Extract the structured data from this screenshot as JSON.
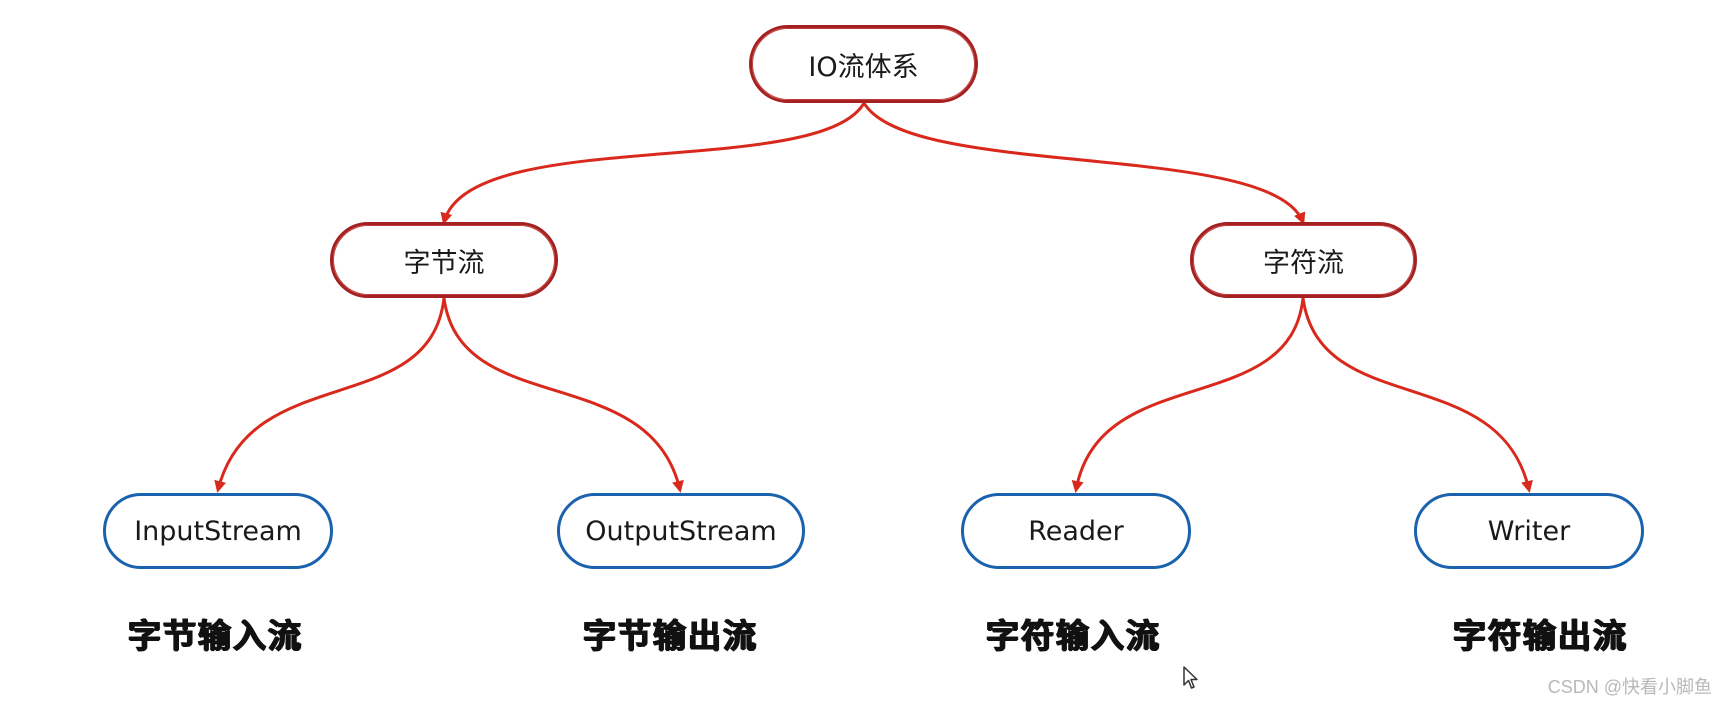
{
  "diagram": {
    "root": {
      "label": "IO流体系"
    },
    "byte_stream": {
      "label": "字节流",
      "input": {
        "label": "InputStream",
        "caption": "字节输入流"
      },
      "output": {
        "label": "OutputStream",
        "caption": "字节输出流"
      }
    },
    "char_stream": {
      "label": "字符流",
      "input": {
        "label": "Reader",
        "caption": "字符输入流"
      },
      "output": {
        "label": "Writer",
        "caption": "字符输出流"
      }
    }
  },
  "colors": {
    "edge": "#d9291c",
    "red_border": "#a52121",
    "blue_border": "#1a62ad"
  },
  "watermark": "CSDN @快看小脚鱼"
}
